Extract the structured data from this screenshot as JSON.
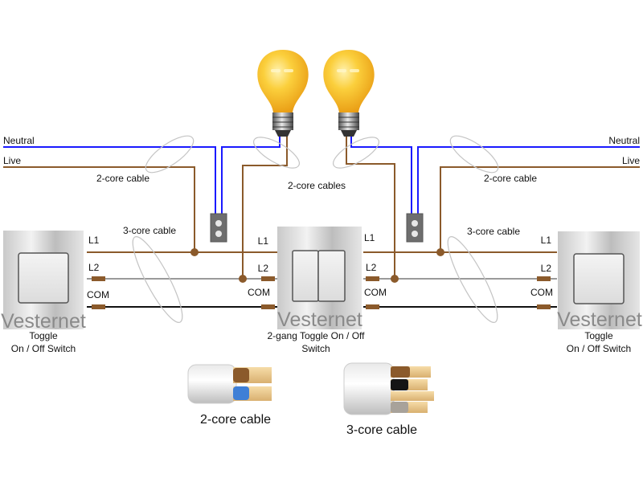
{
  "diagram": {
    "title": "2-gang intermediate switching wiring diagram",
    "supply": {
      "neutral_label": "Neutral",
      "live_label": "Live"
    },
    "cable_labels": {
      "left_2core": "2-core cable",
      "right_2core": "2-core cable",
      "center_2core": "2-core cables",
      "left_3core": "3-core cable",
      "right_3core": "3-core cable"
    },
    "terminals": {
      "l1": "L1",
      "l2": "L2",
      "com": "COM"
    },
    "switches": [
      {
        "brand": "Vesternet",
        "caption_line1": "Toggle",
        "caption_line2": "On / Off Switch",
        "gangs": 1
      },
      {
        "brand": "Vesternet",
        "caption_line1": "2-gang Toggle On / Off",
        "caption_line2": "Switch",
        "gangs": 2
      },
      {
        "brand": "Vesternet",
        "caption_line1": "Toggle",
        "caption_line2": "On / Off Switch",
        "gangs": 1
      }
    ],
    "bulbs": [
      {
        "name": "light-bulb-left"
      },
      {
        "name": "light-bulb-right"
      }
    ],
    "legend": {
      "two_core": "2-core cable",
      "three_core": "3-core cable"
    },
    "colors": {
      "neutral": "#1a1aff",
      "live": "#8b5a2b",
      "l2_wire": "#9a9a9a",
      "com_wire": "#111111",
      "sleeve": "#8b5a2b",
      "cable_loop": "#bdbdbd",
      "junction_box": "#6e6e6e",
      "bulb": "#f5b21f"
    }
  }
}
